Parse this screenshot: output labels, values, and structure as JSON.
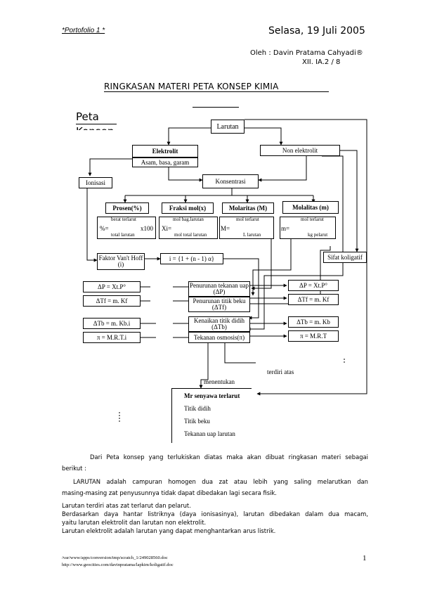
{
  "header": {
    "portfolio": "*Portofolio 1 *",
    "date": "Selasa, 19 Juli 2005",
    "author": "Oleh : Davin Pratama Cahyadi®",
    "class": "XII. IA.2 /  8"
  },
  "title": "RINGKASAN MATERI PETA KONSEP KIMIA",
  "diagram": {
    "heading": "Peta",
    "heading_cut": "Konsep",
    "larutan": "Larutan",
    "elektrolit": "Elektrolit",
    "asam": "Asam, basa, garam",
    "non_elektrolit": "Non elektrolit",
    "ionisasi": "Ionisasi",
    "konsentrasi": "Konsentrasi",
    "prosen": "Prosen(%)",
    "fraksi": "Fraksi mol(x)",
    "molaritas": "Molaritas (M)",
    "molalitas": "Molalitas (m)",
    "f_prosen_top": "berat terlarut",
    "f_prosen_left": "%=",
    "f_prosen_right": "x100",
    "f_prosen_bot": "total larutan",
    "f_fraksi_top": "mol bag.larutan",
    "f_fraksi_left": "Xi=",
    "f_fraksi_bot": "mol total larutan",
    "f_molar_top": "mol terlarut",
    "f_molar_left": "M=",
    "f_molar_bot": "L larutan",
    "f_molal_top": "mol terlarut",
    "f_molal_left": "m=",
    "f_molal_bot": "kg pelarut",
    "vant_hoff": "Faktor Van't Hoff (i)",
    "i_formula": "i = {1 + (n - 1) α}",
    "koligatif": "Sifat koligatif",
    "l1": "ΔP = Xt.P°",
    "l2": "ΔTf = m. Kf",
    "l3": "ΔTb = m. Kb.i",
    "l4": "π = M.R.T.i",
    "c1": "Penurunan tekanan uap (ΔP)",
    "c2": "Penurunan titik beku (ΔTf)",
    "c3": "Kenaikan titik didih (ΔTb)",
    "c4": "Tekanan osmosis(π)",
    "r1": "ΔP = Xt.P°",
    "r2": "ΔTf = m. Kf",
    "r3": "ΔTb = m. Kb",
    "r4": "π = M.R.T",
    "terdiri": "terdiri atas",
    "menentukan": "menentukan",
    "list": [
      "Mr senyawa terlarut",
      "Titik didih",
      "Titik beku",
      "Tekanan uap larutan"
    ]
  },
  "body": {
    "p1": "Dari Peta konsep yang terlukiskan diatas maka akan dibuat ringkasan materi sebagai",
    "p1b": "berikut :",
    "p2": "LARUTAN adalah campuran homogen dua zat atau lebih yang saling melarutkan dan",
    "p2b": "masing-masing zat penyusunnya tidak dapat dibedakan lagi secara fisik.",
    "p3": "Larutan terdiri atas zat terlarut dan pelarut.",
    "p4": "Berdasarkan daya hantar listriknya (daya ionisasinya), larutan dibedakan dalam dua macam,",
    "p4b": "yaitu larutan elektrolit dan larutan non elektrolit.",
    "p5": "Larutan elektrolit adalah larutan yang dapat menghantarkan arus listrik."
  },
  "footer": {
    "path1": "/var/www/apps/conversion/tmp/scratch_1/249028560.doc",
    "path2": "http://www.geocities.com/davinpratama/lapkim/koligatif.doc",
    "page": "1"
  }
}
